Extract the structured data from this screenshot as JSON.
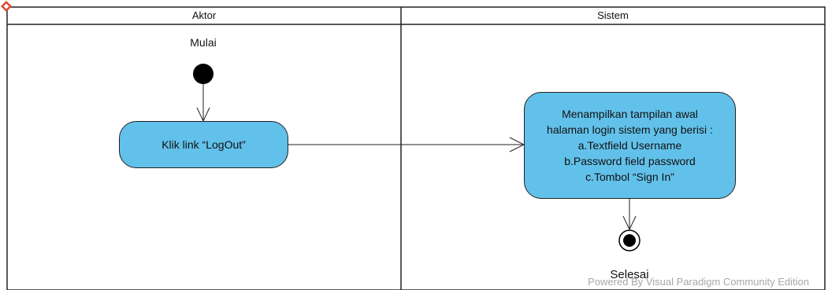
{
  "lanes": {
    "actor": "Aktor",
    "system": "Sistem"
  },
  "nodes": {
    "start_label": "Mulai",
    "end_label": "Selesai",
    "action_actor": "Klik link “LogOut”",
    "action_system_lines": [
      "Menampilkan tampilan awal",
      "halaman login sistem yang berisi :",
      "a.Textfield Username",
      "b.Password field password",
      "c.Tombol “Sign In”"
    ]
  },
  "watermark": "Powered By Visual Paradigm Community Edition",
  "colors": {
    "action_fill": "#62c1ea",
    "stroke": "#222222",
    "watermark": "#a7a7a7",
    "logo": "#e0452f"
  },
  "icons": {
    "logo": "visual-paradigm-logo-icon"
  }
}
